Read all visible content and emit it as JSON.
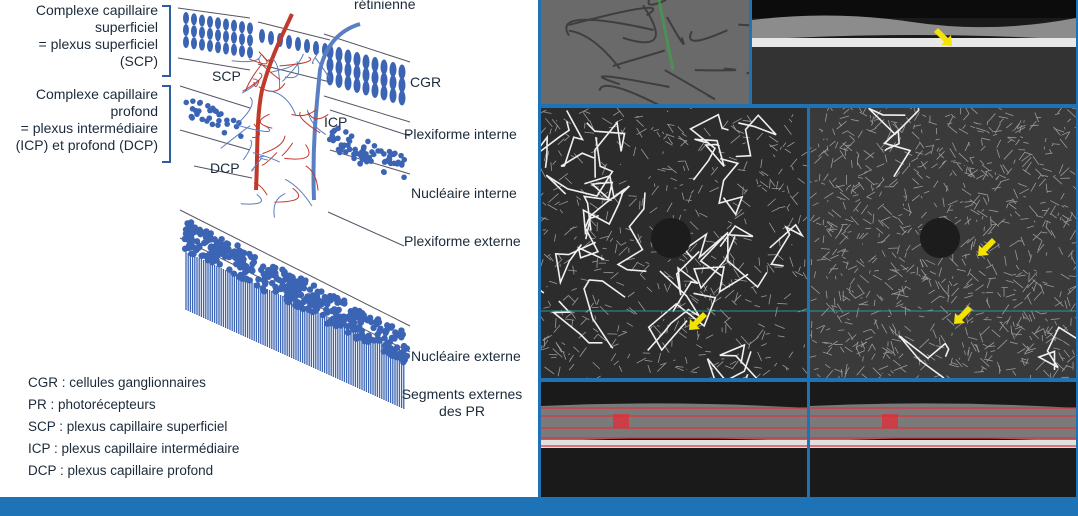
{
  "labels": {
    "complexe_superficiel": [
      "Complexe capillaire",
      "superficiel",
      "= plexus superficiel",
      "(SCP)"
    ],
    "complexe_profond": [
      "Complexe capillaire",
      "profond",
      "= plexus intermédiaire",
      "(ICP) et profond (DCP)"
    ],
    "retinienne": "rétinienne",
    "scp": "SCP",
    "icp": "ICP",
    "dcp": "DCP",
    "cgr": "CGR",
    "plexiforme_interne": "Plexiforme interne",
    "nucleaire_interne": "Nucléaire interne",
    "plexiforme_externe": "Plexiforme externe",
    "nucleaire_externe": "Nucléaire externe",
    "segments_externes": [
      "Segments externes",
      "des PR"
    ]
  },
  "legend": [
    "CGR : cellules ganglionnaires",
    "PR : photorécepteurs",
    "SCP : plexus capillaire superficiel",
    "ICP : plexus capillaire intermédiaire",
    "DCP : plexus capillaire profond"
  ],
  "colors": {
    "accent": "#1e73b7",
    "bracket": "#2f5e9e",
    "ellipse": "#3c64b4",
    "artery": "#c0392b",
    "vein": "#5a7ec2",
    "arrow": "#f4e200",
    "segmentation": "#e0303a"
  },
  "icons": [
    "yellow-arrow",
    "yellow-arrow",
    "yellow-arrow",
    "yellow-arrow"
  ]
}
